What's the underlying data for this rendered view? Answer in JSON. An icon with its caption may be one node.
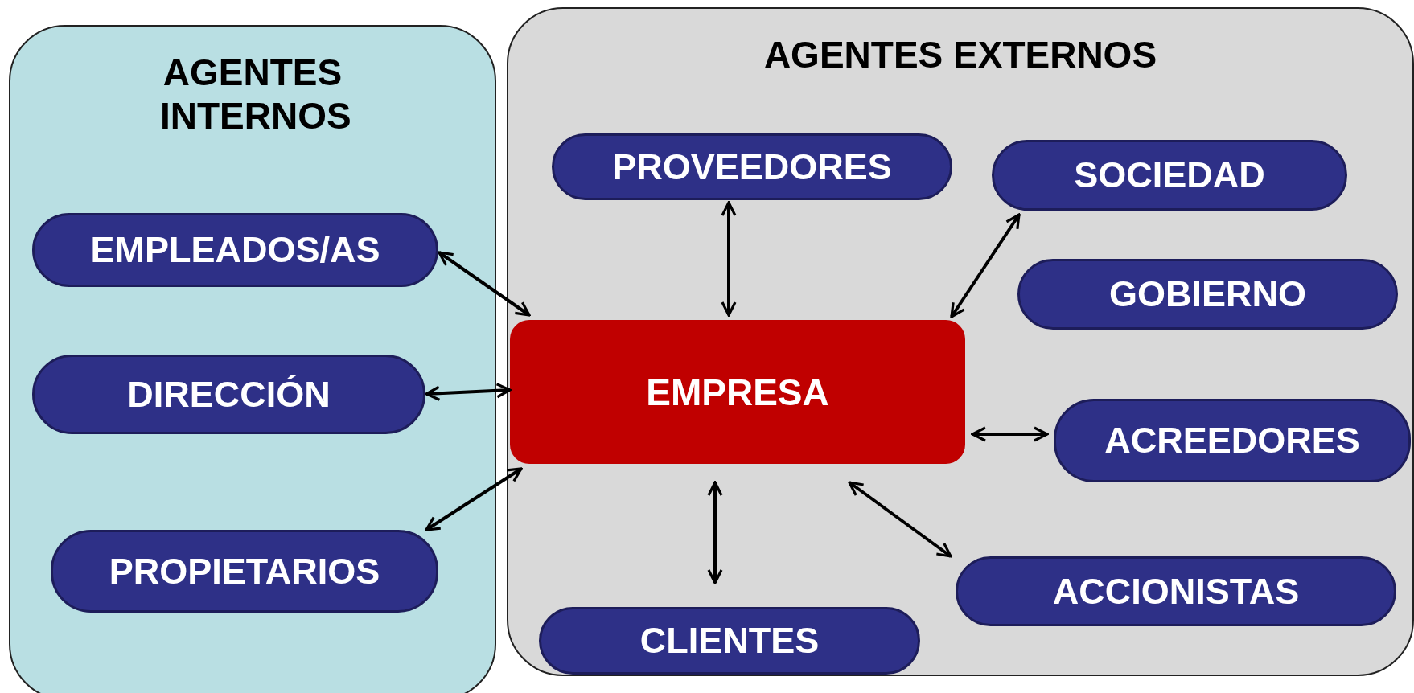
{
  "diagram": {
    "nodes": [
      {
        "text": [
          "AGENTES INTERNOS"
        ]
      },
      {
        "text": [
          "AGENTES EXTERNOS"
        ]
      },
      {
        "text": [
          "EMPLEADOS/AS"
        ],
        "in": 0
      },
      {
        "text": [
          "DIRECCIÓN"
        ],
        "in": 0
      },
      {
        "text": [
          "PROPIETARIOS"
        ],
        "in": 0
      },
      {
        "text": [
          "PROVEEDORES"
        ],
        "in": 1
      },
      {
        "text": [
          "SOCIEDAD"
        ],
        "in": 1
      },
      {
        "text": [
          "GOBIERNO"
        ],
        "in": 1
      },
      {
        "text": [
          "EMPRESA"
        ],
        "in": 1
      },
      {
        "text": [
          "ACREEDORES"
        ],
        "in": 1
      },
      {
        "text": [
          "ACCIONISTAS"
        ],
        "in": 1
      },
      {
        "text": [
          "CLIENTES"
        ],
        "in": 1
      }
    ],
    "edges": [
      {
        "from": 2,
        "to": 8,
        "arrow": "both"
      },
      {
        "from": 3,
        "to": 8,
        "arrow": "both"
      },
      {
        "from": 4,
        "to": 8,
        "arrow": "both"
      },
      {
        "from": 5,
        "to": 8,
        "arrow": "both"
      },
      {
        "from": 6,
        "to": 8,
        "arrow": "both"
      },
      {
        "from": 9,
        "to": 8,
        "arrow": "both"
      },
      {
        "from": 10,
        "to": 8,
        "arrow": "both"
      },
      {
        "from": 11,
        "to": 8,
        "arrow": "both"
      }
    ]
  }
}
